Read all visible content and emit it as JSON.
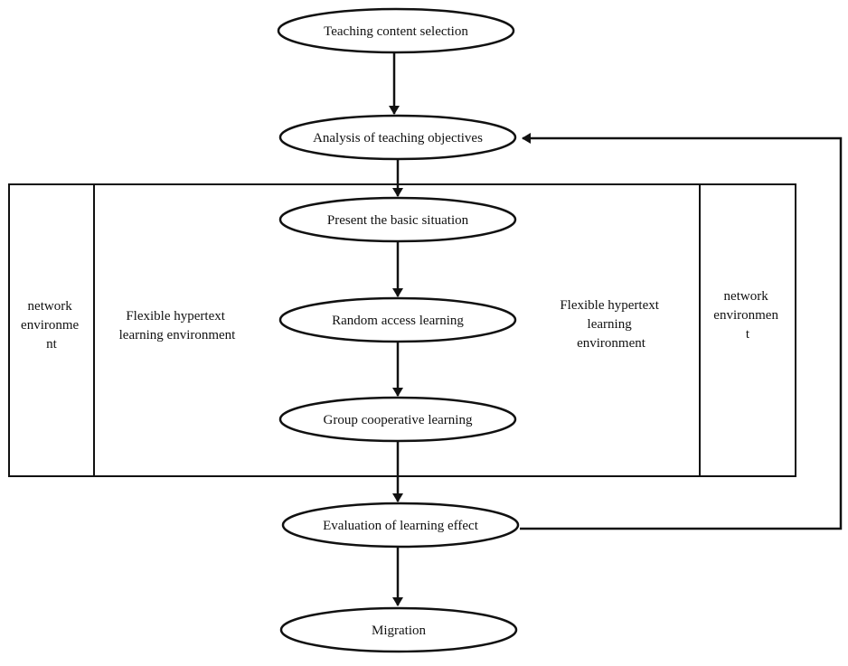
{
  "nodes": {
    "teaching_content_selection": "Teaching content selection",
    "analysis_of_teaching_objectives": "Analysis of teaching objectives",
    "present_basic_situation": "Present the basic situation",
    "random_access_learning": "Random access learning",
    "group_cooperative_learning": "Group cooperative learning",
    "evaluation_of_learning_effect": "Evaluation of learning effect",
    "migration": "Migration"
  },
  "panels": {
    "left_network": [
      "network",
      "environme",
      "nt"
    ],
    "left_flexible": [
      "Flexible hypertext",
      "learning environment"
    ],
    "right_flexible": [
      "Flexible hypertext",
      "learning",
      "environment"
    ],
    "right_network": [
      "network",
      "environmen",
      "t"
    ]
  }
}
